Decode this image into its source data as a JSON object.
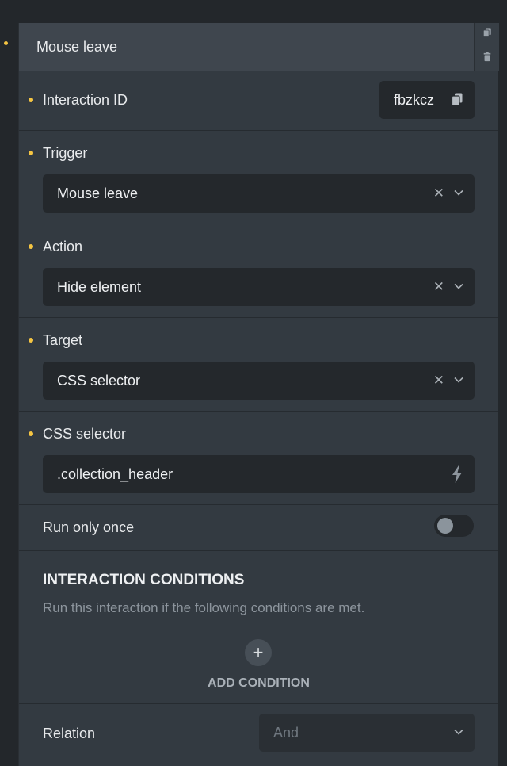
{
  "header": {
    "title": "Mouse leave",
    "icons": [
      "copy-icon",
      "trash-icon"
    ]
  },
  "interaction_id": {
    "label": "Interaction ID",
    "value": "fbzkcz"
  },
  "trigger": {
    "label": "Trigger",
    "value": "Mouse leave"
  },
  "action": {
    "label": "Action",
    "value": "Hide element"
  },
  "target": {
    "label": "Target",
    "value": "CSS selector"
  },
  "css_selector": {
    "label": "CSS selector",
    "value": ".collection_header"
  },
  "run_once": {
    "label": "Run only once",
    "enabled": false
  },
  "conditions": {
    "title": "INTERACTION CONDITIONS",
    "description": "Run this interaction if the following conditions are met.",
    "add_label": "ADD CONDITION",
    "add_symbol": "+"
  },
  "relation": {
    "label": "Relation",
    "value": "And"
  },
  "colors": {
    "accent_dot": "#f5c542",
    "panel": "#333a41",
    "field": "#24282c",
    "header": "#3f464e"
  }
}
